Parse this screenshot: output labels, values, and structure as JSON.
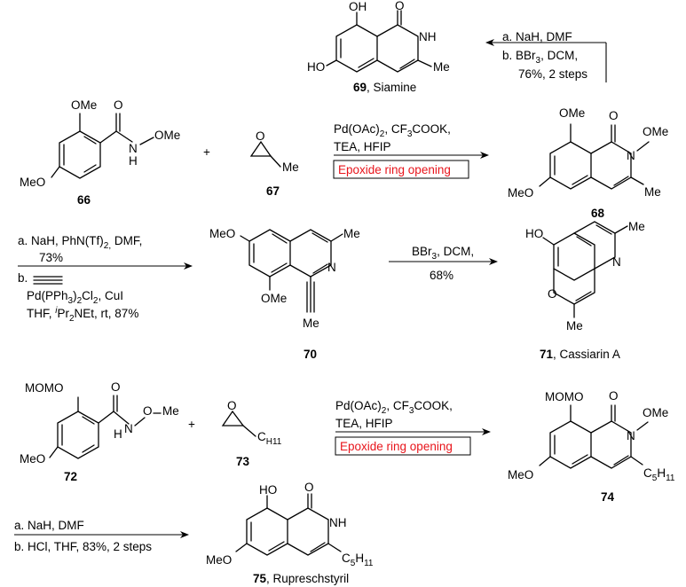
{
  "compounds": {
    "c66": "66",
    "c67": "67",
    "c68": "68",
    "c69": "69",
    "c69_name": "Siamine",
    "c70": "70",
    "c71": "71",
    "c71_name": "Cassiarin A",
    "c72": "72",
    "c73": "73",
    "c74": "74",
    "c75": "75",
    "c75_name": "Rupreschstyril"
  },
  "atoms": {
    "OH": "OH",
    "HO": "HO",
    "O": "O",
    "NH": "NH",
    "N": "N",
    "Me": "Me",
    "OMe": "OMe",
    "MeO": "MeO",
    "H": "H",
    "MOMO": "MOMO",
    "C": "C",
    "H11": "H11",
    "five": "5"
  },
  "conditions": {
    "step1": [
      "a. NaH, DMF",
      "b. BBr3, DCM,",
      "76%, 2 steps"
    ],
    "step2": [
      "Pd(OAc)2, CF3COOK,",
      "TEA, HFIP"
    ],
    "step2_box": "Epoxide ring opening",
    "step3": [
      "a. NaH, PhN(Tf)2, DMF,",
      "73%",
      "b.",
      "Pd(PPh3)2Cl2, CuI",
      "THF, iPr2NEt, rt, 87%"
    ],
    "step4": [
      "BBr3, DCM,",
      "68%"
    ],
    "step5": [
      "Pd(OAc)2, CF3COOK,",
      "TEA, HFIP"
    ],
    "step5_box": "Epoxide ring opening",
    "step6": [
      "a. NaH, DMF",
      "b. HCl, THF, 83%, 2 steps"
    ]
  },
  "plus_sign": "+",
  "colors": {
    "highlight": "#e8141b",
    "ink": "#000000"
  }
}
